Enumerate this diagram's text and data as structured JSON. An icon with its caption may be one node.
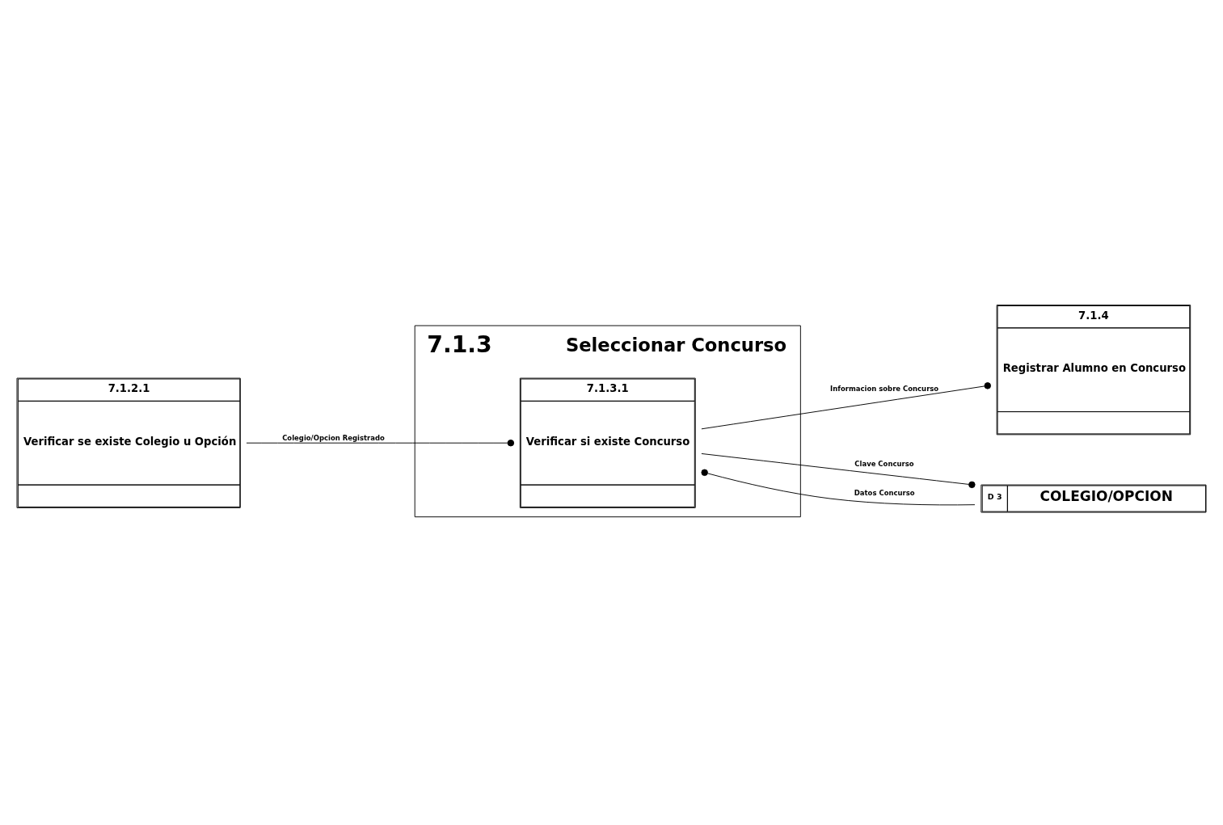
{
  "diagram": {
    "nodes": [
      {
        "text": [
          "7.1.3",
          "Seleccionar Concurso"
        ]
      },
      {
        "text": [
          "7.1.2.1",
          "Verificar se existe Colegio u Opción"
        ]
      },
      {
        "text": [
          "7.1.3.1",
          "Verificar si existe Concurso"
        ],
        "in": 0
      },
      {
        "text": [
          "7.1.4",
          "Registrar Alumno en Concurso"
        ]
      },
      {
        "text": [
          "D 3",
          "COLEGIO/OPCION"
        ]
      }
    ],
    "edges": [
      {
        "from": 1,
        "to": 2,
        "arrow": "other",
        "label": "Colegio/Opcion Registrado"
      },
      {
        "from": 2,
        "to": 3,
        "arrow": "other",
        "label": "Informacion sobre Concurso"
      },
      {
        "from": 2,
        "to": 4,
        "arrow": "other",
        "label": "Clave Concurso"
      },
      {
        "from": 4,
        "to": 2,
        "arrow": "other",
        "label": "Datos Concurso"
      }
    ]
  }
}
